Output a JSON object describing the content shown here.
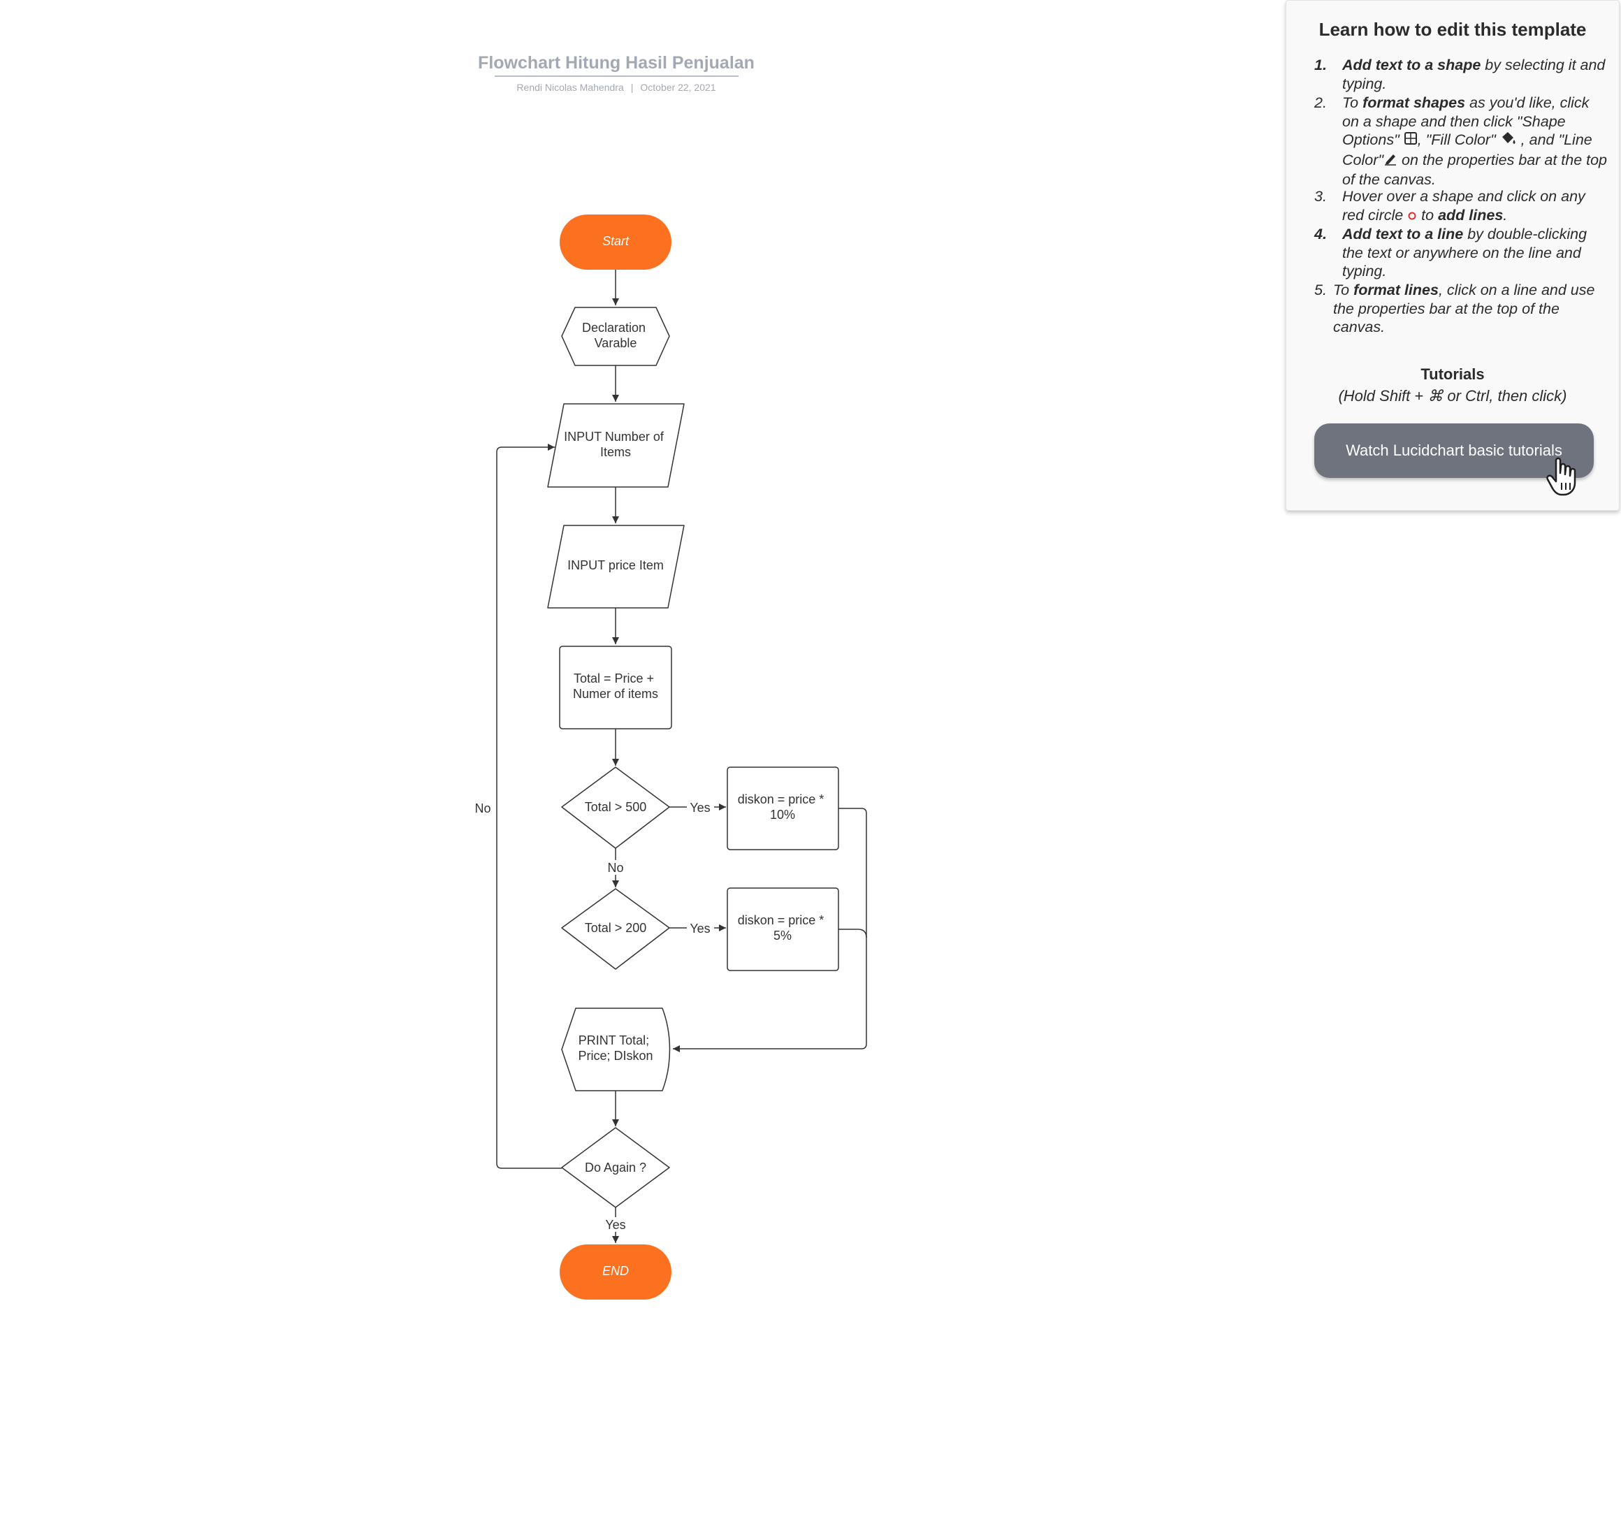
{
  "document": {
    "title": "Flowchart Hitung Hasil Penjualan",
    "author": "Rendi Nicolas Mahendra",
    "separator": "|",
    "date": "October 22, 2021"
  },
  "colors": {
    "terminal_fill": "#fc7120",
    "stroke": "#333333",
    "title_gray": "#a3a9b3",
    "button_gray": "#6f737e",
    "red_circle": "#e03131"
  },
  "nodes": {
    "start": "Start",
    "declaration": [
      "Declaration",
      "Varable"
    ],
    "input_items": [
      "INPUT Number of",
      "Items"
    ],
    "input_price": [
      "INPUT price Item"
    ],
    "total_calc": [
      "Total = Price +",
      "Numer of items"
    ],
    "decision_500": "Total > 500",
    "discount_10": [
      "diskon = price *",
      "10%"
    ],
    "decision_200": "Total > 200",
    "discount_5": [
      "diskon = price *",
      "5%"
    ],
    "print": [
      "PRINT Total;",
      "Price; DIskon"
    ],
    "do_again": "Do Again ?",
    "end": "END"
  },
  "edge_labels": {
    "yes_500": "Yes",
    "no_500": "No",
    "yes_200": "Yes",
    "no_loop": "No",
    "yes_end": "Yes"
  },
  "help": {
    "title": "Learn how to edit this template",
    "step1": {
      "num": "1.",
      "bold": "Add text to a shape",
      "rest": " by selecting it and typing."
    },
    "step2": {
      "num": "2.",
      "pre": "To ",
      "bold": "format shapes",
      "mid": " as you'd like, click on a shape and then click \"Shape Options\" ",
      "fill": ", \"Fill Color\" ",
      "line": " , and \"Line Color\"",
      "end": " on the properties bar at the top of the canvas.",
      "icons": [
        "shape-options-icon",
        "fill-color-icon",
        "line-color-icon"
      ]
    },
    "step3": {
      "num": "3.",
      "pre": "Hover over a shape and click on any red circle ",
      "mid": " to ",
      "bold": "add lines",
      "end": "."
    },
    "step4": {
      "num": "4.",
      "bold": "Add text to a line",
      "rest": " by double-clicking the text or anywhere on the line and typing."
    },
    "step5": {
      "num": "5.",
      "pre": "To ",
      "bold": "format lines",
      "rest": ", click on a line and use the properties bar at the top of the canvas."
    },
    "tutorials_title": "Tutorials",
    "tutorials_hint": "(Hold Shift + ⌘ or Ctrl, then click)",
    "button_label": "Watch Lucidchart basic tutorials",
    "cursor_icon": "hand-pointer-icon"
  }
}
